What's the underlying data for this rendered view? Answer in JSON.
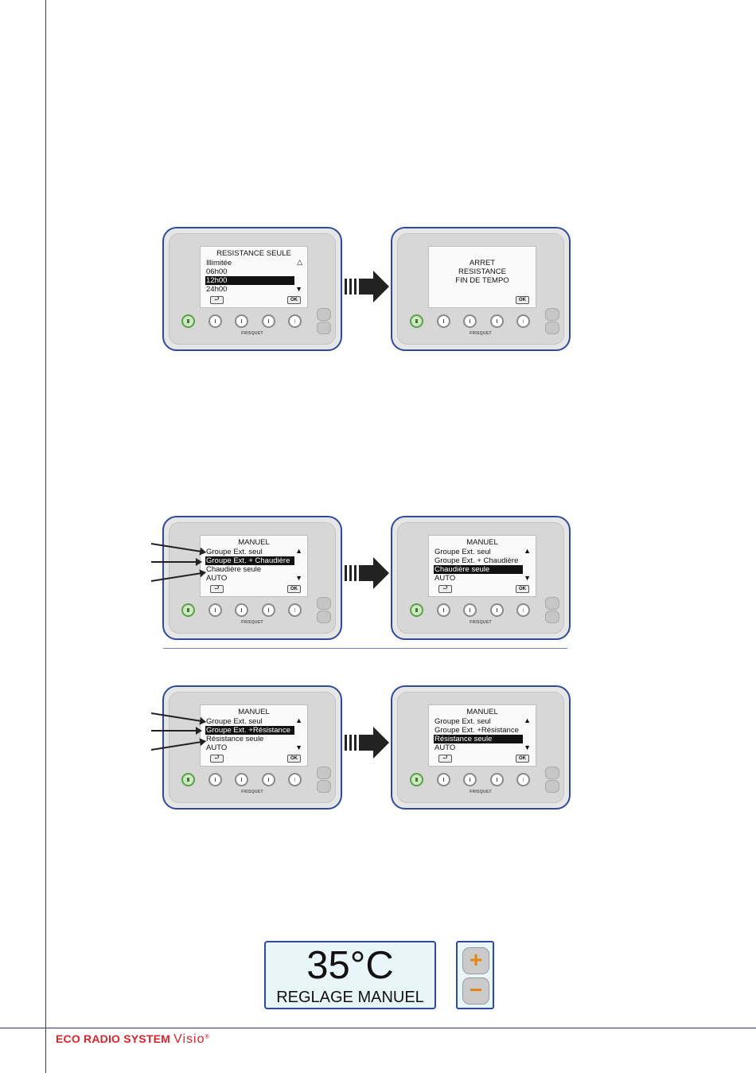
{
  "footer": {
    "brand": "ECO RADIO SYSTEM ",
    "product": "Visio",
    "reg_mark": "®"
  },
  "device_common": {
    "brand": "FRISQUET",
    "back_symbol": "⮐",
    "ok_label": "OK"
  },
  "devices": [
    {
      "title": "RESISTANCE SEULE",
      "lines": [
        "Illimitée",
        "06h00",
        "12h00",
        "24h00"
      ],
      "selected": 2,
      "up": "△",
      "down": "▼"
    },
    {
      "center_lines": [
        "ARRET",
        "RESISTANCE",
        "FIN DE TEMPO"
      ]
    },
    {
      "title": "MANUEL",
      "lines": [
        "Groupe Ext. seul",
        "Groupe Ext. + Chaudière",
        "Chaudière seule",
        "AUTO"
      ],
      "selected": 1,
      "up": "▲",
      "down": "▼"
    },
    {
      "title": "MANUEL",
      "lines": [
        "Groupe Ext. seul",
        "Groupe Ext. + Chaudière",
        "Chaudière seule",
        "AUTO"
      ],
      "selected": 2,
      "up": "▲",
      "down": "▼"
    },
    {
      "title": "MANUEL",
      "lines": [
        "Groupe Ext. seul",
        "Groupe Ext. +Résistance",
        "Résistance seule",
        "AUTO"
      ],
      "selected": 1,
      "up": "▲",
      "down": "▼"
    },
    {
      "title": "MANUEL",
      "lines": [
        "Groupe Ext. seul",
        "Groupe Ext. +Résistance",
        "Résistance seule",
        "AUTO"
      ],
      "selected": 2,
      "up": "▲",
      "down": "▼"
    }
  ],
  "temperature_display": {
    "value": "35°C",
    "label": "REGLAGE MANUEL"
  },
  "adjust_buttons": {
    "plus": "+",
    "minus": "−"
  }
}
